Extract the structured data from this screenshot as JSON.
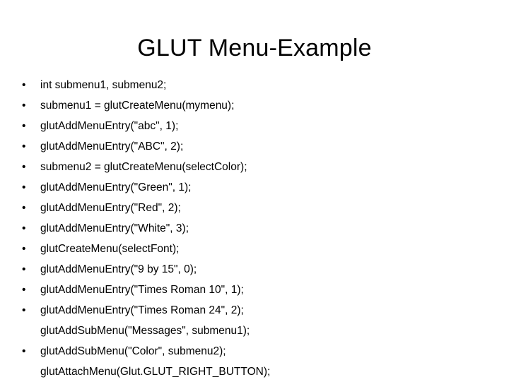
{
  "slide": {
    "title": "GLUT Menu-Example",
    "background_color": "#ffffff",
    "text_color": "#000000",
    "bullet_glyph": "•",
    "items": [
      {
        "text": "int submenu1, submenu2;",
        "continuation": ""
      },
      {
        "text": "submenu1 = glutCreateMenu(mymenu);",
        "continuation": ""
      },
      {
        "text": "glutAddMenuEntry(\"abc\", 1);",
        "continuation": ""
      },
      {
        "text": "glutAddMenuEntry(\"ABC\", 2);",
        "continuation": ""
      },
      {
        "text": "submenu2 = glutCreateMenu(selectColor);",
        "continuation": ""
      },
      {
        "text": "glutAddMenuEntry(\"Green\", 1);",
        "continuation": ""
      },
      {
        "text": "glutAddMenuEntry(\"Red\", 2);",
        "continuation": ""
      },
      {
        "text": "glutAddMenuEntry(\"White\", 3);",
        "continuation": ""
      },
      {
        "text": "glutCreateMenu(selectFont);",
        "continuation": ""
      },
      {
        "text": "glutAddMenuEntry(\"9 by 15\", 0);",
        "continuation": ""
      },
      {
        "text": "glutAddMenuEntry(\"Times Roman 10\", 1);",
        "continuation": ""
      },
      {
        "text": "glutAddMenuEntry(\"Times Roman 24\", 2);",
        "continuation": "glutAddSubMenu(\"Messages\", submenu1);"
      },
      {
        "text": "glutAddSubMenu(\"Color\", submenu2);",
        "continuation": "glutAttachMenu(Glut.GLUT_RIGHT_BUTTON);"
      }
    ]
  }
}
